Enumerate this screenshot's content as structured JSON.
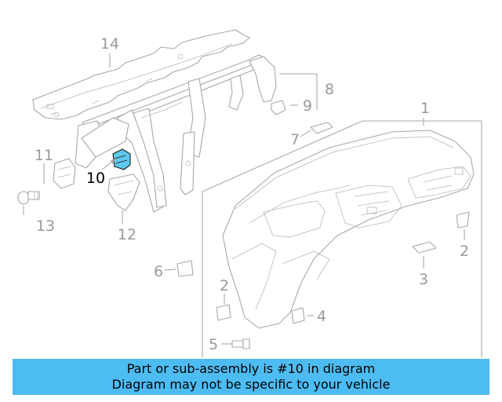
{
  "diagram": {
    "callouts": {
      "c1": "1",
      "c2a": "2",
      "c2b": "2",
      "c3": "3",
      "c4": "4",
      "c5": "5",
      "c6": "6",
      "c7": "7",
      "c8": "8",
      "c9": "9",
      "c10": "10",
      "c11": "11",
      "c12": "12",
      "c13": "13",
      "c14": "14"
    },
    "highlighted_part": "10",
    "highlight_color": "#5ec8ee"
  },
  "banner": {
    "line1": "Part or sub-assembly is #10 in diagram",
    "line2": "Diagram may not be specific to your vehicle",
    "background": "#4dbcf3"
  }
}
